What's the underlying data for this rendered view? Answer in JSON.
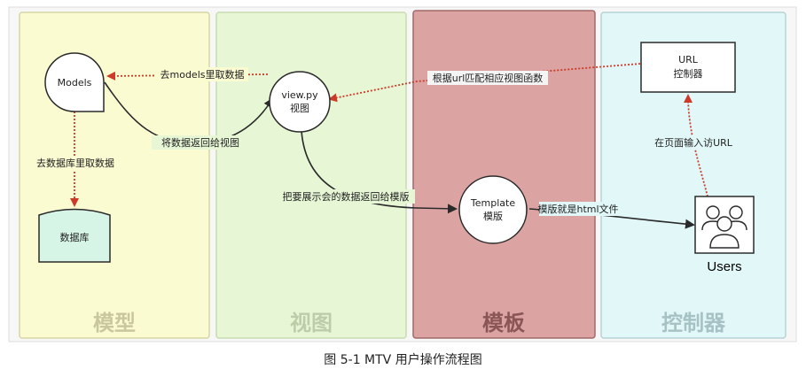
{
  "panels": [
    {
      "id": "model",
      "title": "模型",
      "fill": "#fbfbd2",
      "stroke": "#d6d6a4",
      "text_color": "#c9c79e"
    },
    {
      "id": "view",
      "title": "视图",
      "fill": "#e7f7d5",
      "stroke": "#c9dcb2",
      "text_color": "#bdcca9"
    },
    {
      "id": "template",
      "title": "模板",
      "fill": "#dba3a2",
      "stroke": "#9f6a69",
      "text_color": "#8a5555"
    },
    {
      "id": "controller",
      "title": "控制器",
      "fill": "#e2f7f8",
      "stroke": "#b6d4d6",
      "text_color": "#a6c2c4"
    }
  ],
  "nodes": {
    "models": {
      "label": "Models"
    },
    "database": {
      "label": "数据库",
      "fill": "#d7f5e6"
    },
    "view": {
      "label_line1": "view.py",
      "label_line2": "视图"
    },
    "template": {
      "label_line1": "Template",
      "label_line2": "模版"
    },
    "url": {
      "label_line1": "URL",
      "label_line2": "控制器"
    },
    "users": {
      "label": "Users"
    }
  },
  "edges": {
    "view_to_models": "去models里取数据",
    "models_to_db": "去数据库里取数据",
    "models_to_view": "将数据返回给视图",
    "view_to_template": "把要展示会的数据返回给模版",
    "template_to_users": "模版就是html文件",
    "url_to_view": "根据url匹配相应视图函数",
    "users_to_url": "在页面输入访URL"
  },
  "colors": {
    "dotted_arrow": "#cc3b2a",
    "solid_arrow": "#2a2a2a"
  },
  "caption": "图  5-1 MTV 用户操作流程图"
}
